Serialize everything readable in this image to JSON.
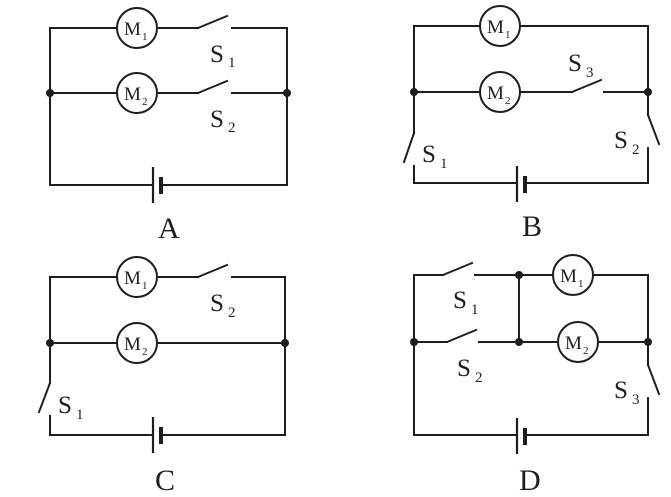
{
  "figure": {
    "description": "Four circuit diagrams with two motors, switches and a battery",
    "colors": {
      "ink": "#1e1e1e",
      "background": "#ffffff"
    },
    "circuits": [
      {
        "id": "A",
        "caption": "A",
        "motors": [
          {
            "letter": "M",
            "sub": "1"
          },
          {
            "letter": "M",
            "sub": "2"
          }
        ],
        "switches": [
          {
            "letter": "S",
            "sub": "1"
          },
          {
            "letter": "S",
            "sub": "2"
          }
        ]
      },
      {
        "id": "B",
        "caption": "B",
        "motors": [
          {
            "letter": "M",
            "sub": "1"
          },
          {
            "letter": "M",
            "sub": "2"
          }
        ],
        "switches": [
          {
            "letter": "S",
            "sub": "1"
          },
          {
            "letter": "S",
            "sub": "2"
          },
          {
            "letter": "S",
            "sub": "3"
          }
        ]
      },
      {
        "id": "C",
        "caption": "C",
        "motors": [
          {
            "letter": "M",
            "sub": "1"
          },
          {
            "letter": "M",
            "sub": "2"
          }
        ],
        "switches": [
          {
            "letter": "S",
            "sub": "1"
          },
          {
            "letter": "S",
            "sub": "2"
          }
        ]
      },
      {
        "id": "D",
        "caption": "D",
        "motors": [
          {
            "letter": "M",
            "sub": "1"
          },
          {
            "letter": "M",
            "sub": "2"
          }
        ],
        "switches": [
          {
            "letter": "S",
            "sub": "1"
          },
          {
            "letter": "S",
            "sub": "2"
          },
          {
            "letter": "S",
            "sub": "3"
          }
        ]
      }
    ]
  }
}
